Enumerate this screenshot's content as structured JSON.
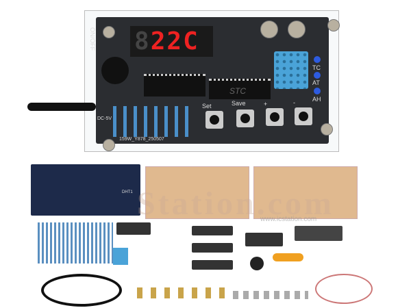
{
  "display": {
    "digits": [
      "8",
      "2",
      "2",
      "C"
    ]
  },
  "buttons": [
    "Set",
    "Save",
    "+",
    "-"
  ],
  "leds": [
    "TC",
    "AT",
    "AH"
  ],
  "labels": {
    "power": "ON/OFF",
    "dc": "DC-5V",
    "ic": "STC",
    "board_id": "159W_Y878_250507",
    "dht": "DHT1"
  },
  "watermark": {
    "main": "Station.com",
    "url": "www.icstation.com"
  },
  "colors": {
    "pcb": "#2b2d31",
    "digit": "#e22222",
    "sensor": "#4aa3d8",
    "acrylic": "#e0b98f"
  }
}
